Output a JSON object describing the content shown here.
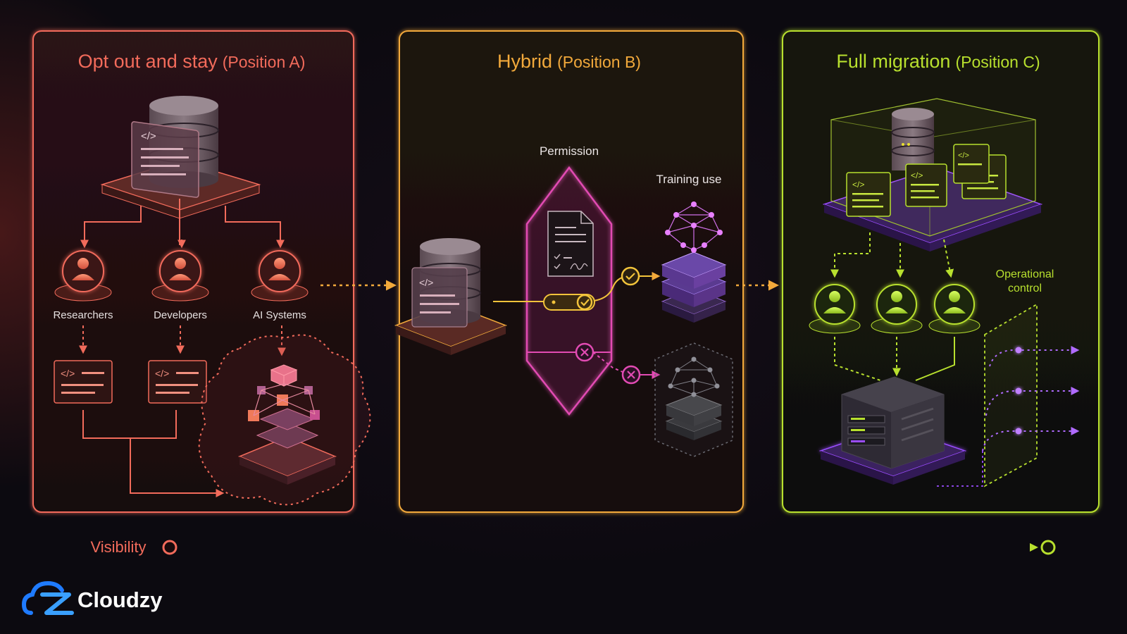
{
  "panels": {
    "a": {
      "title": "Opt out and stay",
      "subtitle": "(Position A)",
      "color": "#f26b5b"
    },
    "b": {
      "title": "Hybrid",
      "subtitle": "(Position B)",
      "color": "#f2a93b"
    },
    "c": {
      "title": "Full migration",
      "subtitle": "(Position C)",
      "color": "#b8e02e"
    }
  },
  "panel_a": {
    "users": [
      "Researchers",
      "Developers",
      "AI Systems"
    ]
  },
  "panel_b": {
    "permission_label": "Permission",
    "training_label": "Training use"
  },
  "panel_c": {
    "control_label_1": "Operational",
    "control_label_2": "control"
  },
  "footer": {
    "visibility_label": "Visibility",
    "brand": "Cloudzy"
  },
  "colors": {
    "red": "#f26b5b",
    "orange": "#f2a93b",
    "pink": "#e24bb3",
    "purple": "#9b4dff",
    "lime": "#b8e02e"
  }
}
